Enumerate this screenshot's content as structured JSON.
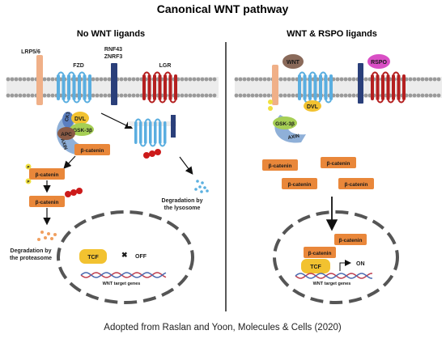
{
  "title": "Canonical WNT pathway",
  "left": {
    "heading": "No WNT ligands",
    "receptors": {
      "lrp": "LRP5/6",
      "fzd": "FZD",
      "rnf43": "RNF43",
      "znrf3": "ZNRF3",
      "lgr": "LGR"
    },
    "complex": {
      "ck1": "CK1",
      "dvl": "DVL",
      "apc": "APC",
      "gsk": "GSK-3β",
      "axin": "AXIN",
      "beta": "β-catenin"
    },
    "p_label": "P",
    "beta_label": "β-catenin",
    "lysosome_caption": [
      "Degradation by",
      "the lysosome"
    ],
    "proteasome_caption": [
      "Degradation by",
      "the proteasome"
    ],
    "nucleus": {
      "tcf": "TCF",
      "off": "OFF",
      "genes": "WNT target genes"
    }
  },
  "right": {
    "heading": "WNT & RSPO ligands",
    "wnt": "WNT",
    "rspo": "RSPO",
    "dvl": "DVL",
    "gsk": "GSK-3β",
    "axin": "AXIN",
    "p_label": "P",
    "beta_label": "β-catenin",
    "nucleus": {
      "tcf": "TCF",
      "on": "ON",
      "genes": "WNT target genes"
    }
  },
  "citation": "Adopted from Raslan and Yoon, Molecules & Cells (2020)",
  "colors": {
    "membrane": "#e8e8e8",
    "fzd": "#5aaee0",
    "lgr": "#b52020",
    "rnf43": "#2a3f7a",
    "lrp": "#f0b088",
    "beta_catenin": "#e9873a",
    "gsk": "#a6cf55",
    "axin": "#8fb0d8",
    "apc": "#8a5a45",
    "ck1": "#5b7fc0",
    "dvl": "#f2c230",
    "wnt": "#8a6a5a",
    "rspo": "#d94fc5",
    "ubiquitin": "#cc1a1a",
    "phospho": "#f0e040",
    "dna1": "#c04050",
    "dna2": "#4a6ab0",
    "degradation": "#f0a060",
    "lysosome_dots": "#5ab0e0"
  }
}
